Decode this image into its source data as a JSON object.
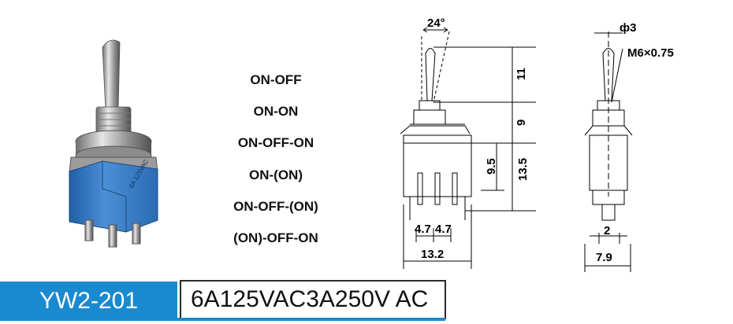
{
  "modes": [
    "ON-OFF",
    "ON-ON",
    "ON-OFF-ON",
    "ON-(ON)",
    "ON-OFF-(ON)",
    "(ON)-OFF-ON"
  ],
  "dimensions": {
    "angle": "24°",
    "lever_length": "11",
    "bushing_length": "9",
    "pin_length": "9.5",
    "body_height": "13.5",
    "pin_pitch_1": "4.7",
    "pin_pitch_2": "4.7",
    "body_width": "13.2",
    "lever_diameter": "ф3",
    "thread": "M6×0.75",
    "terminal_width": "2",
    "body_depth": "7.9"
  },
  "model": "YW2-201",
  "rating": "6A125VAC3A250V AC",
  "colors": {
    "accent_blue": "#1a8ad0",
    "switch_body": "#3b7fc4",
    "metal": "#a8a8a8"
  }
}
